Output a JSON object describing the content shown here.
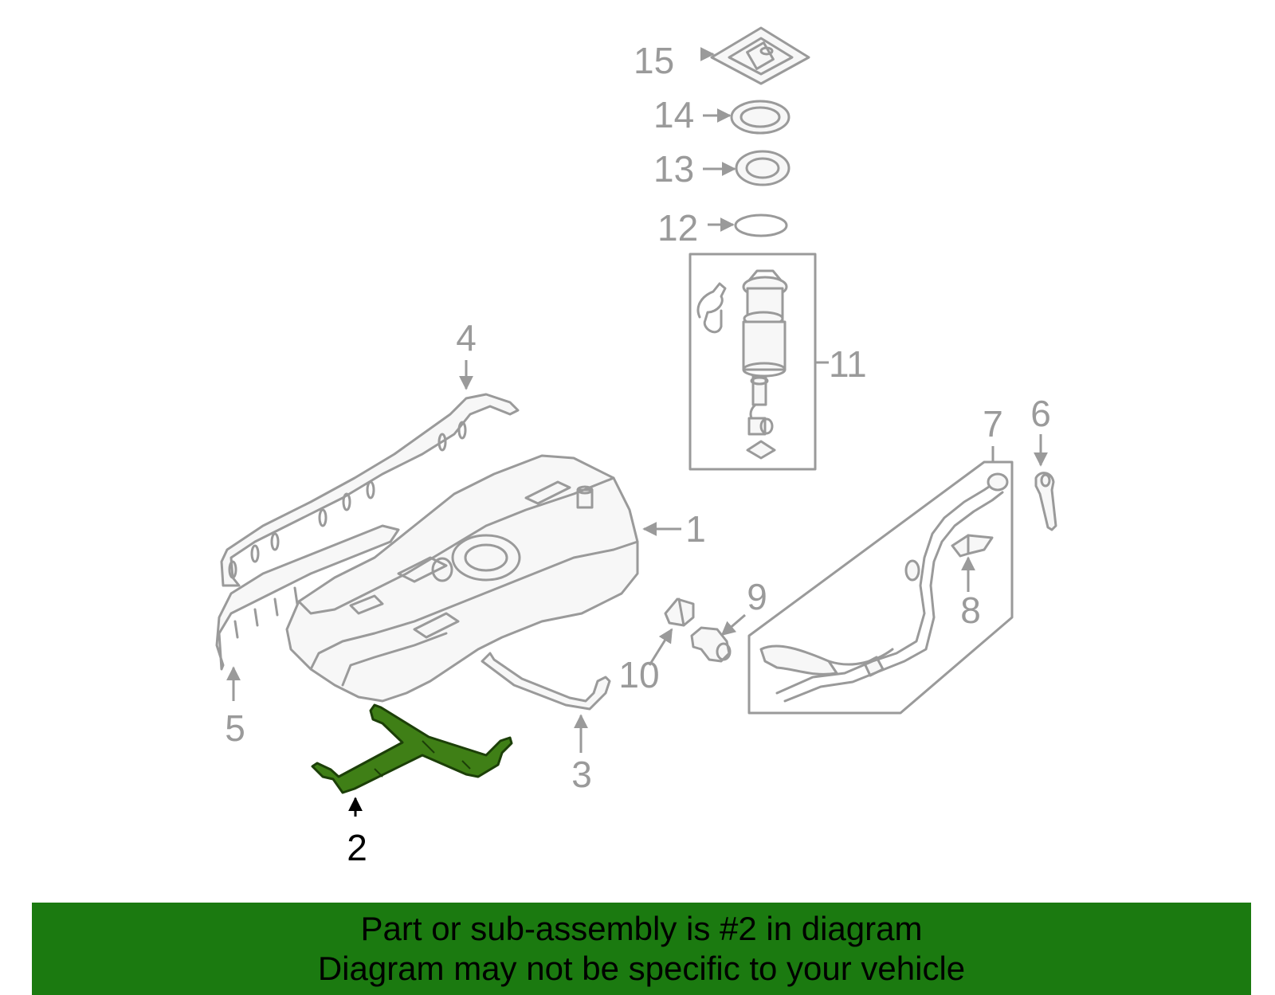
{
  "diagram": {
    "callouts": {
      "c1": "1",
      "c2": "2",
      "c3": "3",
      "c4": "4",
      "c5": "5",
      "c6": "6",
      "c7": "7",
      "c8": "8",
      "c9": "9",
      "c10": "10",
      "c11": "11",
      "c12": "12",
      "c13": "13",
      "c14": "14",
      "c15": "15"
    },
    "highlighted_part": "2",
    "colors": {
      "highlight_fill": "#3f7f16",
      "line_gray": "#9a9a9a",
      "banner_green": "#1b7a10"
    }
  },
  "banner": {
    "line1": "Part or sub-assembly is #2 in diagram",
    "line2": "Diagram may not be specific to your vehicle"
  }
}
